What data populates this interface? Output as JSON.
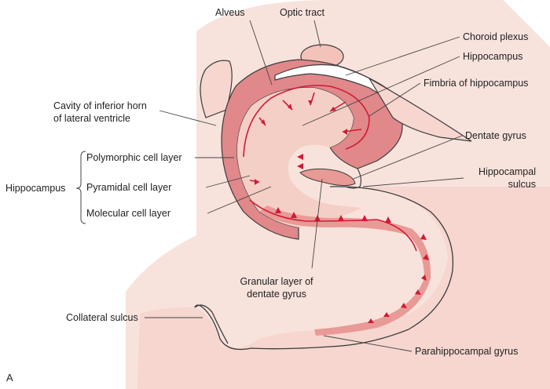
{
  "figure_letter": "A",
  "colors": {
    "background_tissue": "#f8e2dc",
    "hippocampus_body": "#f4cfc6",
    "dark_layer": "#e0888a",
    "granular_band": "#e89a96",
    "outline": "#3c3c3c",
    "arrows": "#d01a36",
    "leader_lines": "#444444"
  },
  "labels": {
    "alveus": "Alveus",
    "optic_tract": "Optic tract",
    "choroid_plexus": "Choroid plexus",
    "hippocampus_top": "Hippocampus",
    "fimbria": "Fimbria of hippocampus",
    "cavity_line1": "Cavity of inferior horn",
    "cavity_line2": "of lateral ventricle",
    "dentate_gyrus": "Dentate gyrus",
    "hippocampal_sulcus_line1": "Hippocampal",
    "hippocampal_sulcus_line2": "sulcus",
    "hippocampus_group": "Hippocampus",
    "polymorphic": "Polymorphic cell layer",
    "pyramidal": "Pyramidal cell layer",
    "molecular": "Molecular cell layer",
    "granular_line1": "Granular layer of",
    "granular_line2": "dentate gyrus",
    "collateral_sulcus": "Collateral sulcus",
    "parahippocampal": "Parahippocampal gyrus"
  }
}
